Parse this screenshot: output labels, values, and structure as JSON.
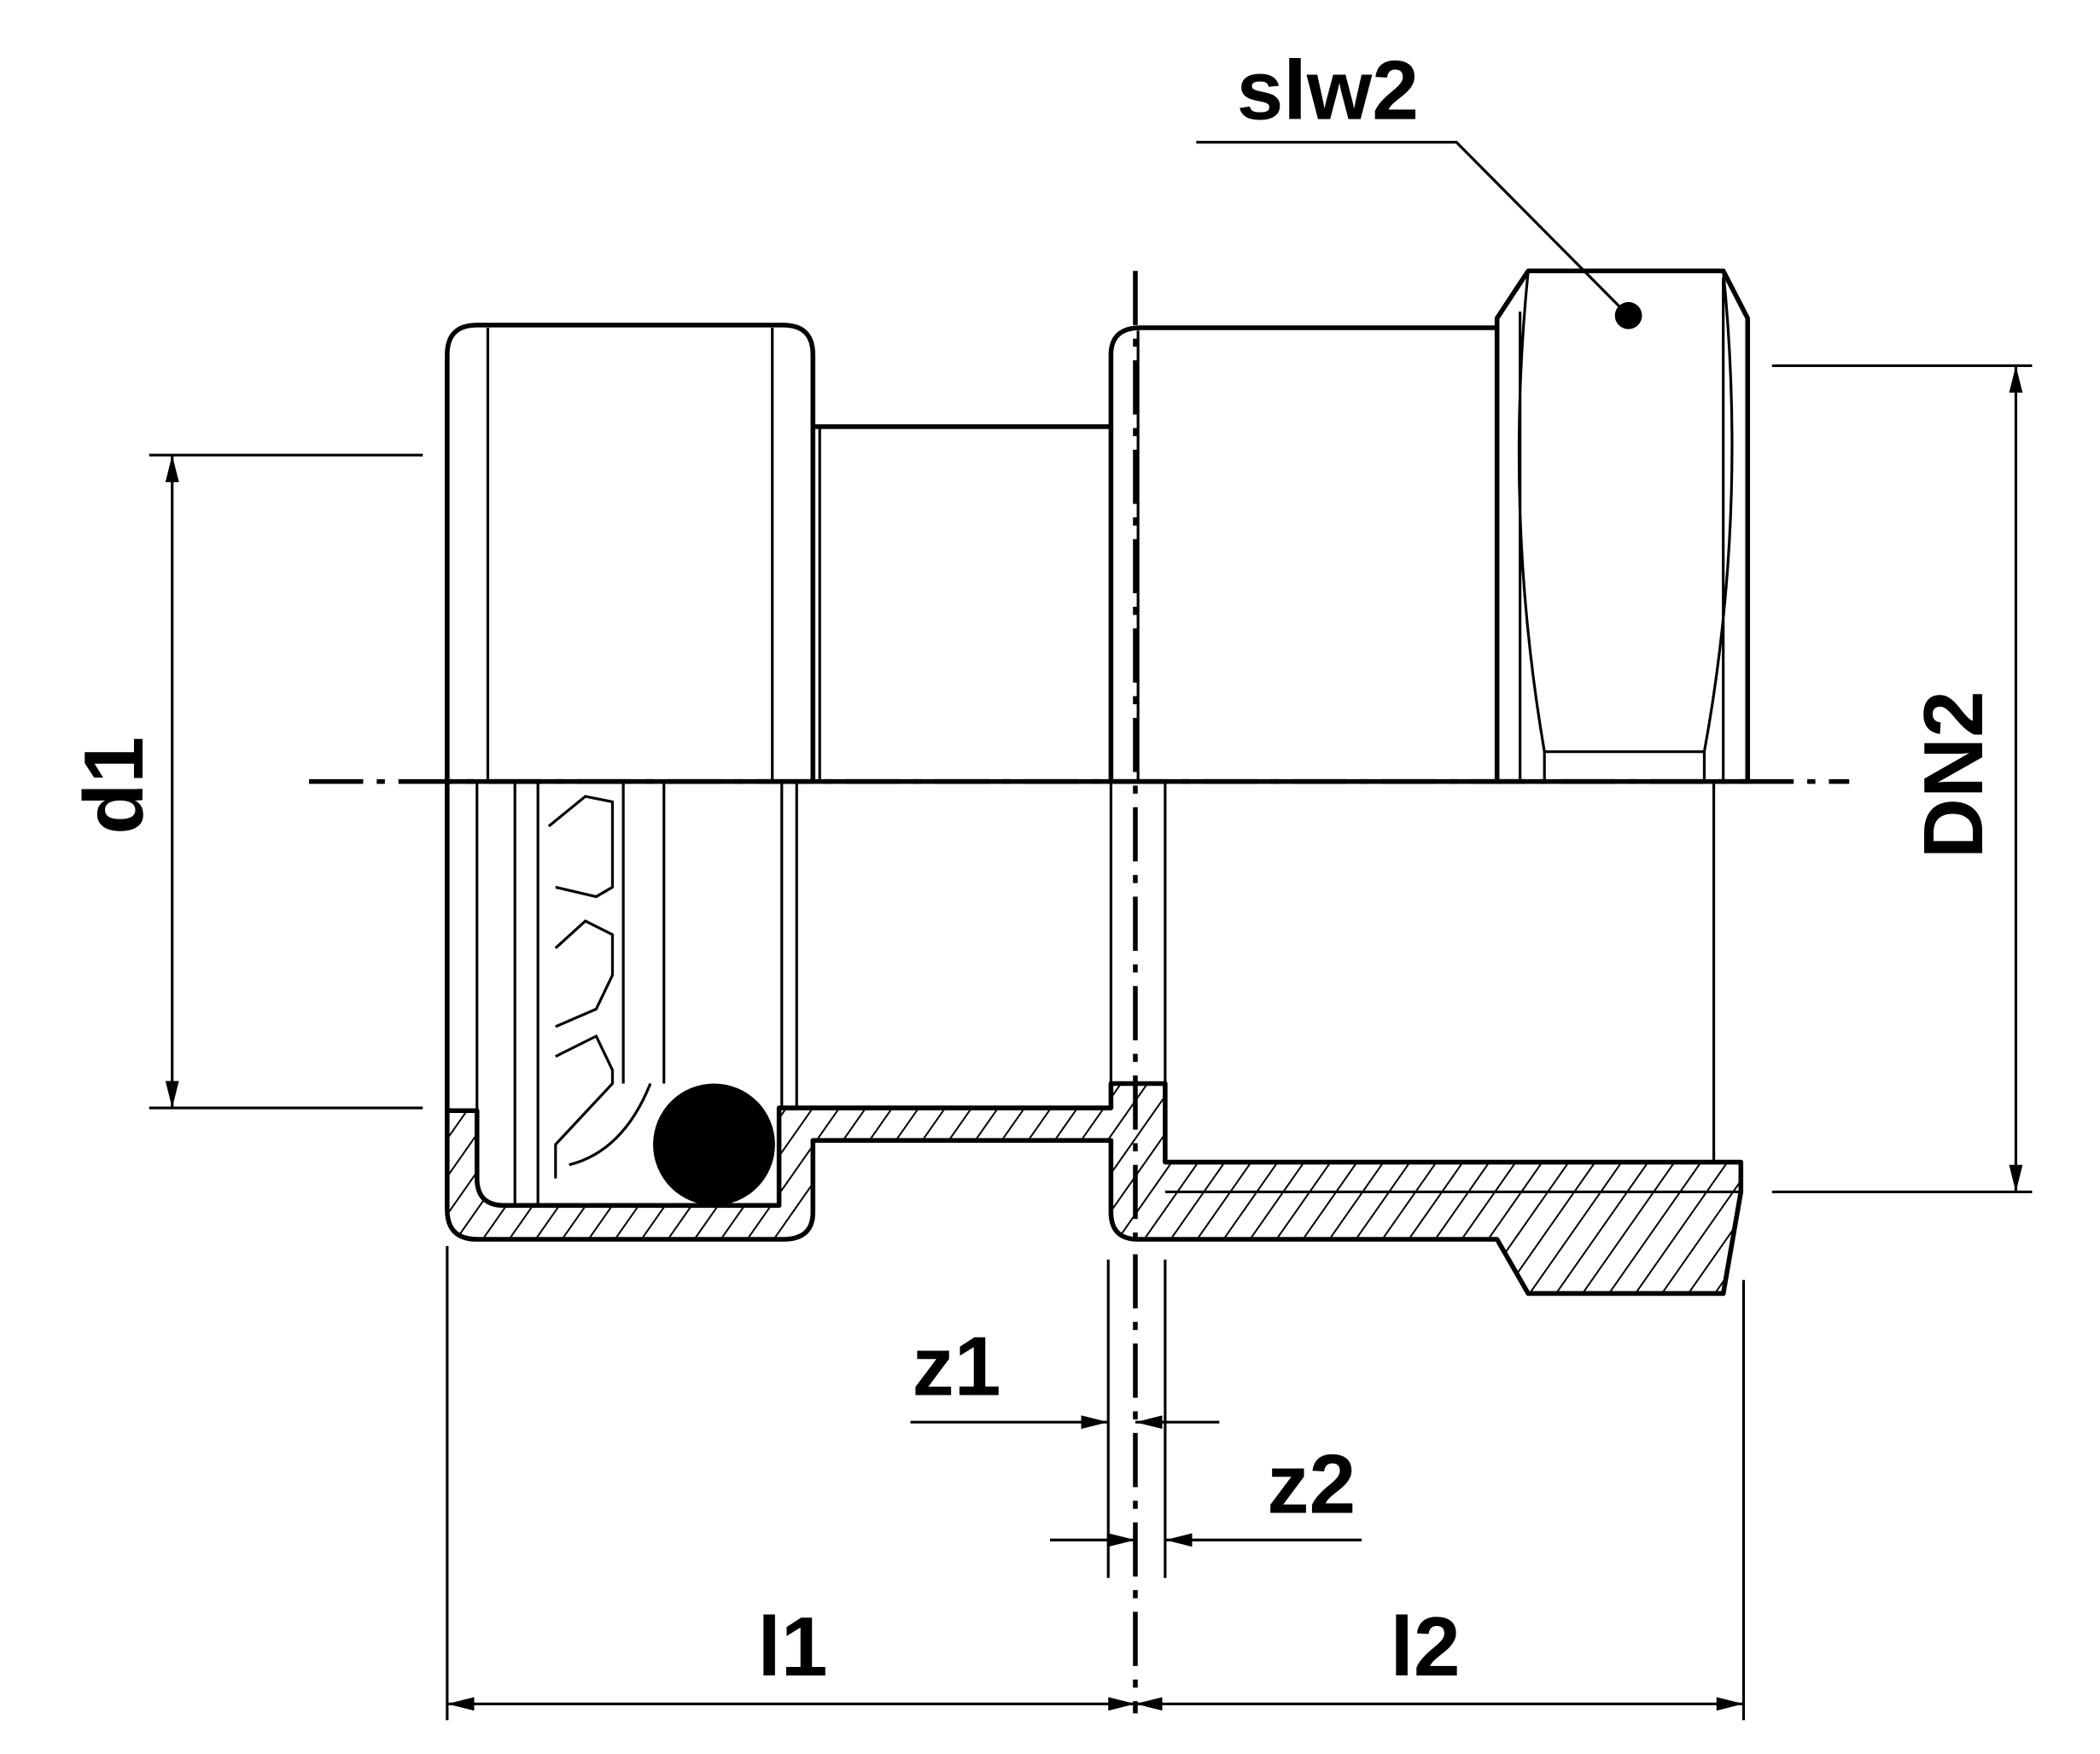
{
  "drawing": {
    "labels": {
      "slw2": "slw2",
      "d1": "d1",
      "DN2": "DN2",
      "z1": "z1",
      "z2": "z2",
      "l1": "l1",
      "l2": "l2"
    },
    "line_color": "#000000",
    "background": "#ffffff"
  }
}
